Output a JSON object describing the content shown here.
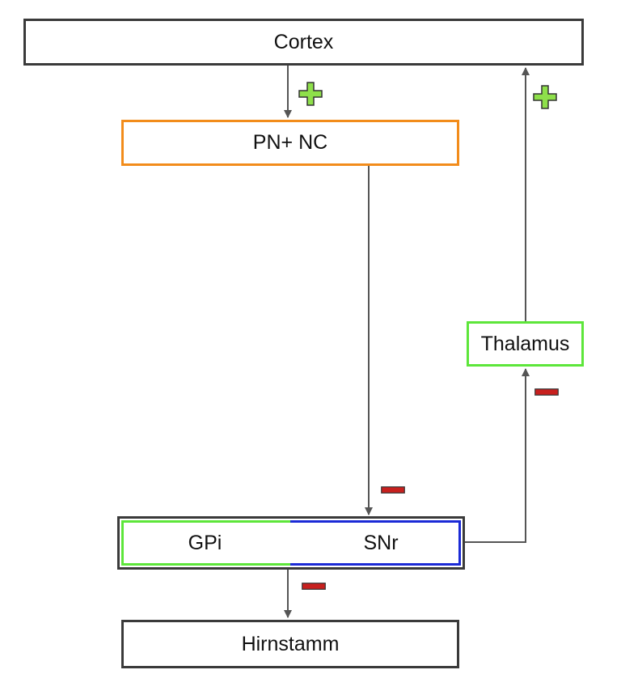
{
  "nodes": {
    "cortex": "Cortex",
    "pn_nc": "PN+ NC",
    "thalamus": "Thalamus",
    "gpi": "GPi",
    "snr": "SNr",
    "hirnstamm": "Hirnstamm"
  },
  "connections": [
    {
      "from": "Cortex",
      "to": "PN+ NC",
      "sign": "+"
    },
    {
      "from": "PN+ NC",
      "to": "SNr",
      "sign": "-"
    },
    {
      "from": "SNr",
      "to": "Thalamus",
      "sign": "-"
    },
    {
      "from": "Thalamus",
      "to": "Cortex",
      "sign": "+"
    },
    {
      "from": "GPi",
      "to": "Hirnstamm",
      "sign": "-"
    }
  ],
  "colors": {
    "border_dark": "#3a3a3a",
    "orange": "#f28c1b",
    "green": "#5de63a",
    "blue": "#1b2ad6",
    "arrow": "#555555",
    "plus_fill": "#8ee04a",
    "minus_fill": "#c8201e"
  }
}
